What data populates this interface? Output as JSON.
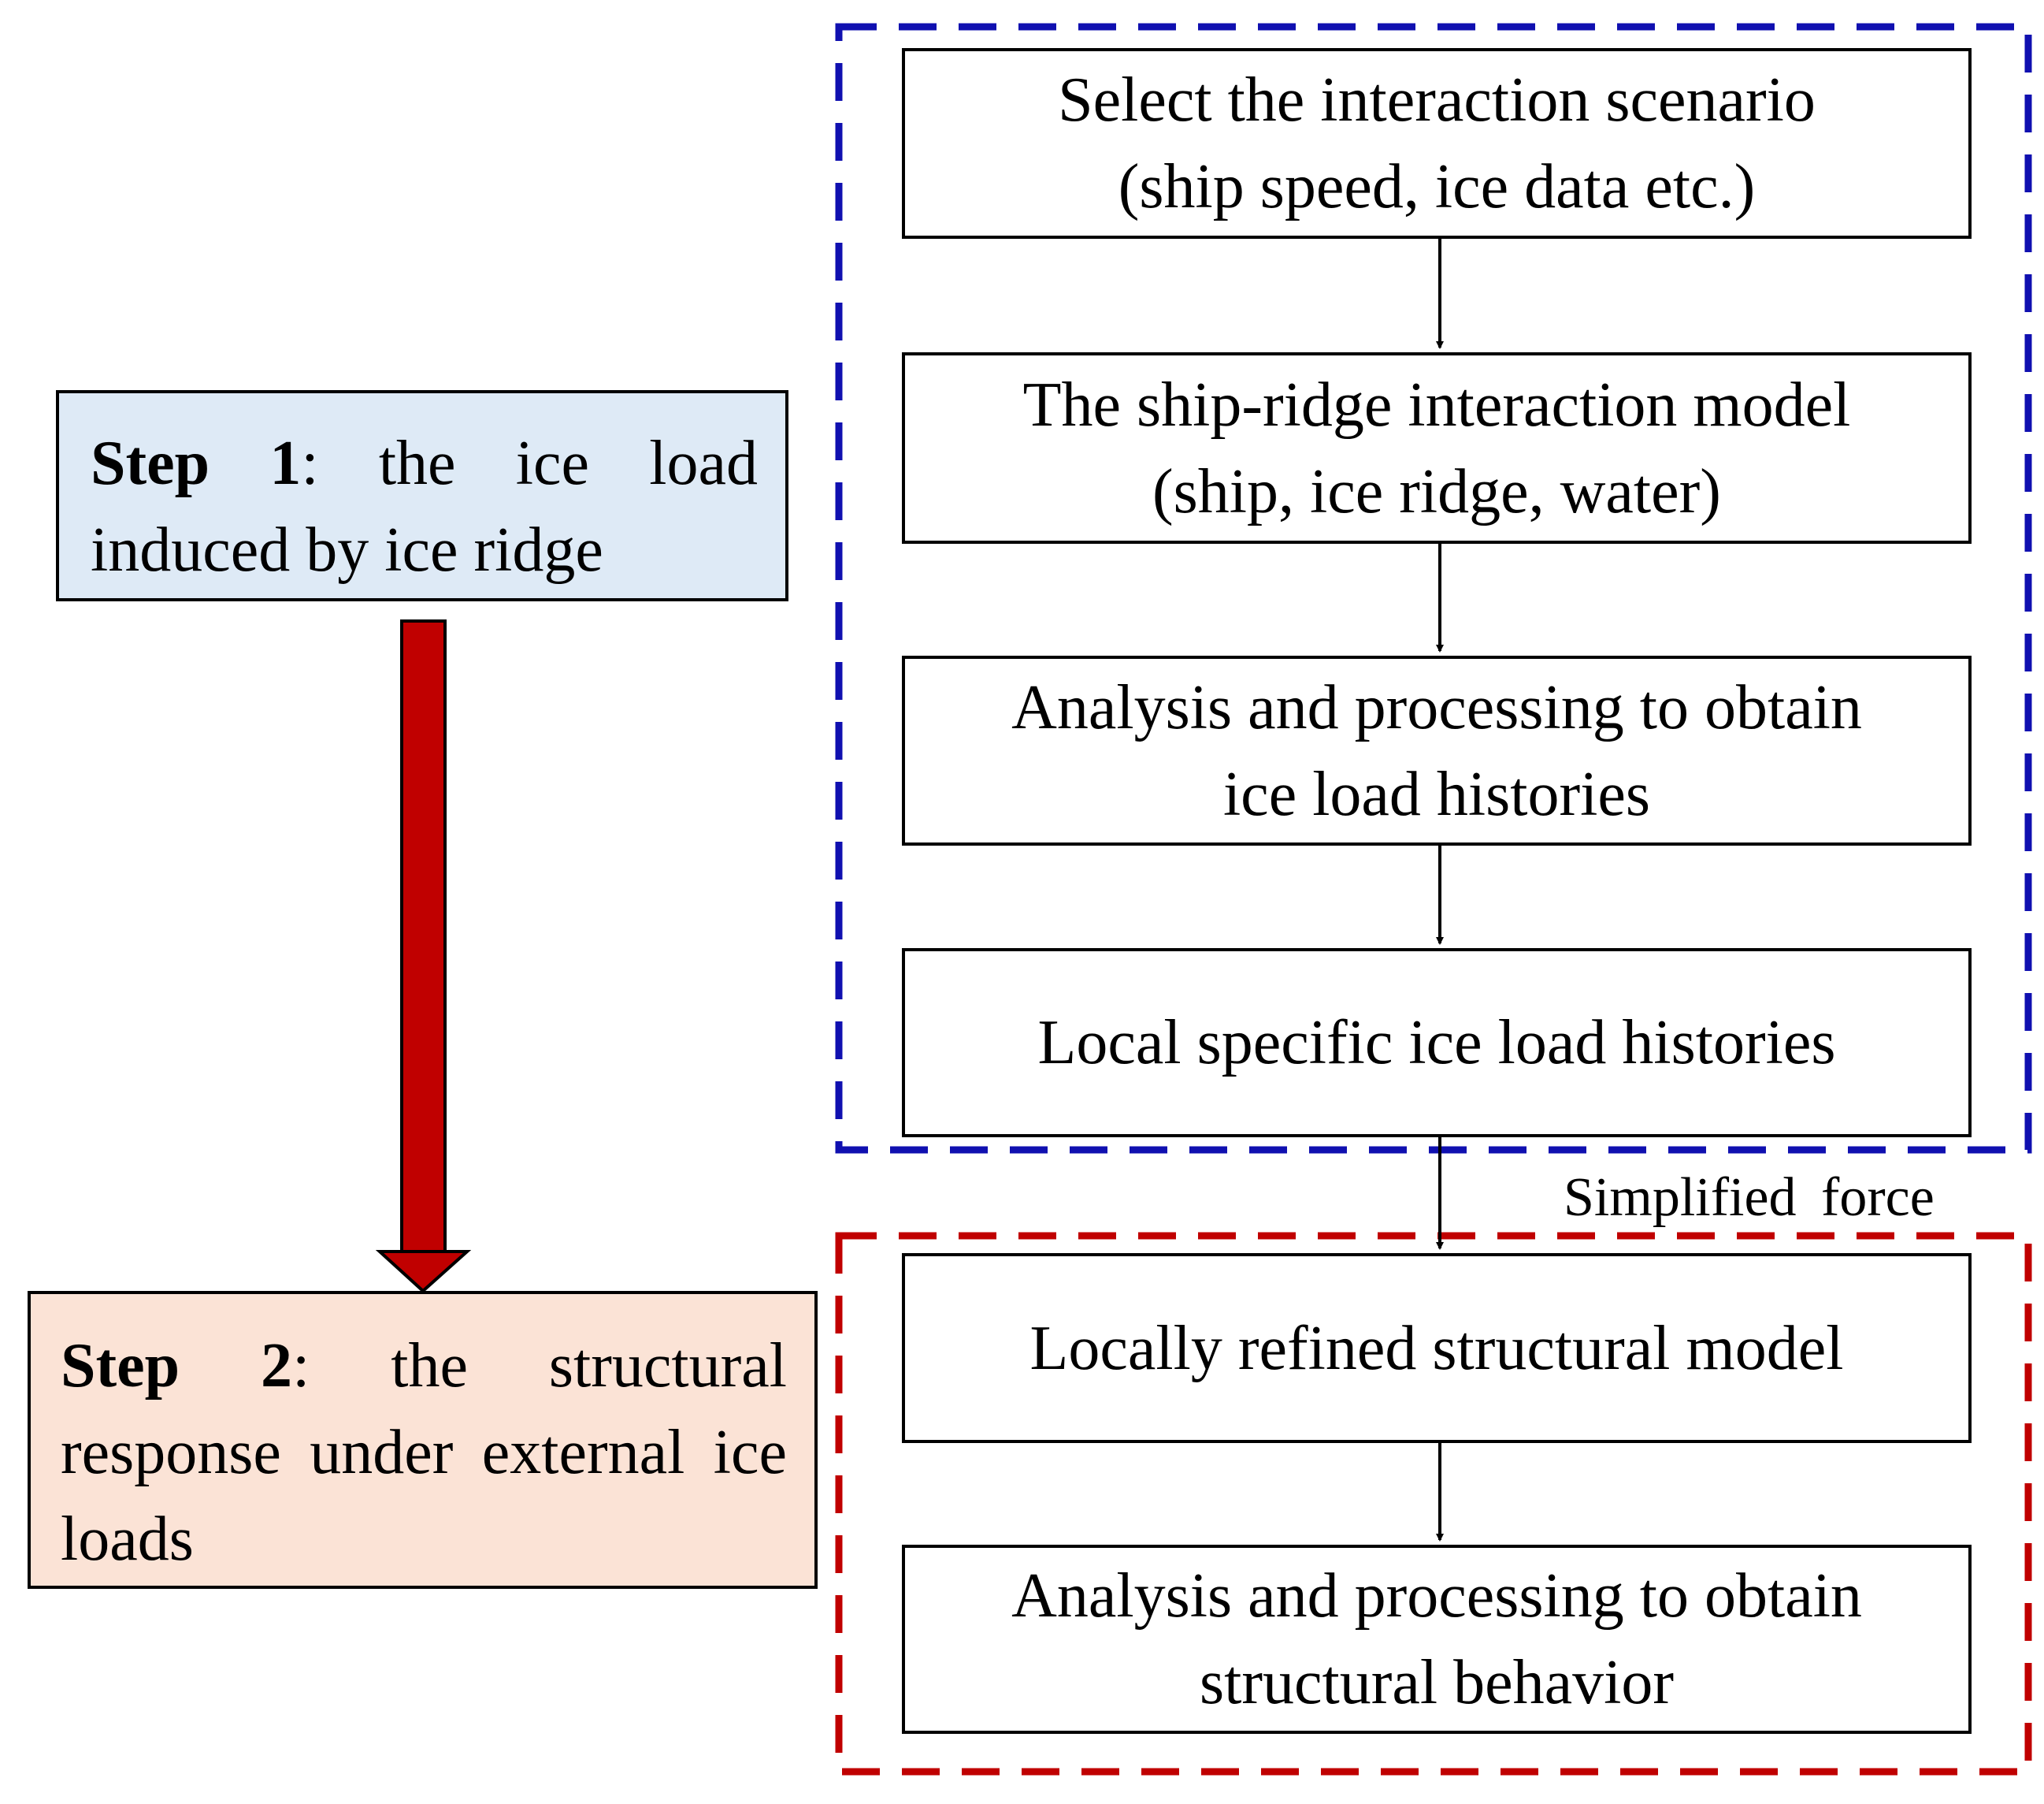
{
  "colors": {
    "stroke": "#000000",
    "blue_frame": "#1010b0",
    "red_frame": "#c00000",
    "step1_fill": "#deeaf6",
    "step2_fill": "#fbe3d6",
    "big_arrow": "#c00000"
  },
  "step1": {
    "bold": "Step 1",
    "rest": ": the ice load induced by ice ridge"
  },
  "step2": {
    "bold": "Step 2",
    "rest": ": the structural response under external ice loads"
  },
  "flow": {
    "box1": {
      "line1": "Select the interaction scenario",
      "line2": "(ship speed, ice data etc.)"
    },
    "box2": {
      "line1": "The ship-ridge interaction model",
      "line2": "(ship, ice ridge, water)"
    },
    "box3": {
      "line1": "Analysis and processing to obtain",
      "line2": "ice load histories"
    },
    "box4": {
      "line1": "Local specific ice load histories"
    },
    "box5": {
      "line1": "Locally refined structural model"
    },
    "box6": {
      "line1": "Analysis and processing to obtain",
      "line2": "structural behavior"
    }
  },
  "connector_label": "Simplified force"
}
